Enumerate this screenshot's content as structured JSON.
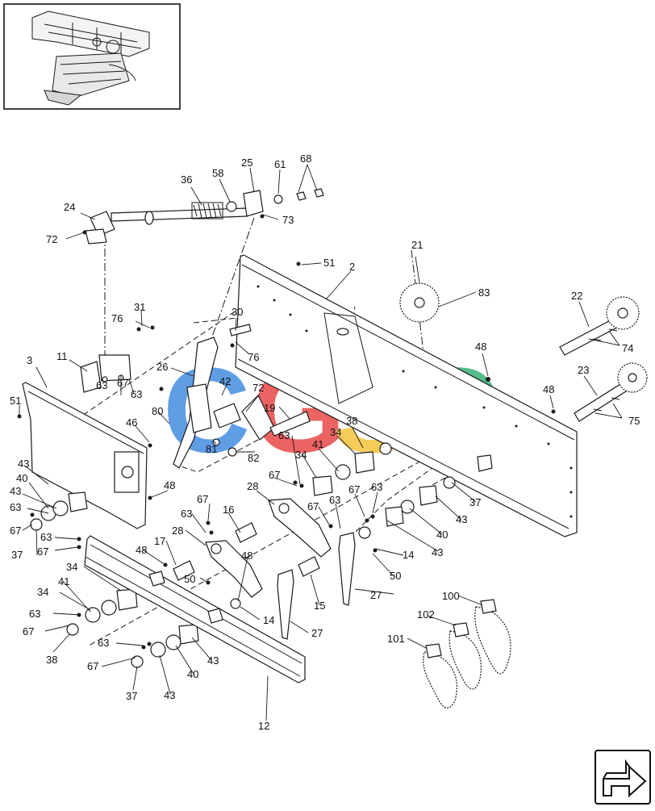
{
  "watermark": {
    "letters": [
      {
        "char": "C",
        "color": "#4a90e2"
      },
      {
        "char": "G",
        "color": "#e94e4e"
      },
      {
        "char": "S",
        "color": "#f5c542"
      },
      {
        "char": "C",
        "color": "#3cb37a"
      }
    ]
  },
  "callouts": [
    {
      "id": "c36",
      "text": "36"
    },
    {
      "id": "c58",
      "text": "58"
    },
    {
      "id": "c25",
      "text": "25"
    },
    {
      "id": "c61",
      "text": "61"
    },
    {
      "id": "c68",
      "text": "68"
    },
    {
      "id": "c24",
      "text": "24"
    },
    {
      "id": "c73",
      "text": "73"
    },
    {
      "id": "c72a",
      "text": "72"
    },
    {
      "id": "c51a",
      "text": "51"
    },
    {
      "id": "c2",
      "text": "2"
    },
    {
      "id": "c21",
      "text": "21"
    },
    {
      "id": "c83",
      "text": "83"
    },
    {
      "id": "c22",
      "text": "22"
    },
    {
      "id": "c30",
      "text": "30"
    },
    {
      "id": "c76a",
      "text": "76"
    },
    {
      "id": "c31",
      "text": "31"
    },
    {
      "id": "c76b",
      "text": "76"
    },
    {
      "id": "c74",
      "text": "74"
    },
    {
      "id": "c48a",
      "text": "48"
    },
    {
      "id": "c3",
      "text": "3"
    },
    {
      "id": "c11",
      "text": "11"
    },
    {
      "id": "c26",
      "text": "26"
    },
    {
      "id": "c23",
      "text": "23"
    },
    {
      "id": "c42",
      "text": "42"
    },
    {
      "id": "c72b",
      "text": "72"
    },
    {
      "id": "c63a",
      "text": "63"
    },
    {
      "id": "c67a",
      "text": "67"
    },
    {
      "id": "c63b",
      "text": "63"
    },
    {
      "id": "c48b",
      "text": "48"
    },
    {
      "id": "c75",
      "text": "75"
    },
    {
      "id": "c51b",
      "text": "51"
    },
    {
      "id": "c19",
      "text": "19"
    },
    {
      "id": "c80",
      "text": "80"
    },
    {
      "id": "c46",
      "text": "46"
    },
    {
      "id": "c38a",
      "text": "38"
    },
    {
      "id": "c34a",
      "text": "34"
    },
    {
      "id": "c81",
      "text": "81"
    },
    {
      "id": "c82",
      "text": "82"
    },
    {
      "id": "c63c",
      "text": "63"
    },
    {
      "id": "c41a",
      "text": "41"
    },
    {
      "id": "c34b",
      "text": "34"
    },
    {
      "id": "c43a",
      "text": "43"
    },
    {
      "id": "c67b",
      "text": "67"
    },
    {
      "id": "c40a",
      "text": "40"
    },
    {
      "id": "c48c",
      "text": "48"
    },
    {
      "id": "c43b",
      "text": "43"
    },
    {
      "id": "c63d",
      "text": "63"
    },
    {
      "id": "c28a",
      "text": "28"
    },
    {
      "id": "c67c",
      "text": "67"
    },
    {
      "id": "c63e",
      "text": "63"
    },
    {
      "id": "c37a",
      "text": "37"
    },
    {
      "id": "c63f",
      "text": "63"
    },
    {
      "id": "c67d",
      "text": "67"
    },
    {
      "id": "c16",
      "text": "16"
    },
    {
      "id": "c67e",
      "text": "67"
    },
    {
      "id": "c63g",
      "text": "63"
    },
    {
      "id": "c43c",
      "text": "43"
    },
    {
      "id": "c67f",
      "text": "67"
    },
    {
      "id": "c37b",
      "text": "37"
    },
    {
      "id": "c40b",
      "text": "40"
    },
    {
      "id": "c63h",
      "text": "63"
    },
    {
      "id": "c17",
      "text": "17"
    },
    {
      "id": "c28b",
      "text": "28"
    },
    {
      "id": "c67g",
      "text": "67"
    },
    {
      "id": "c14a",
      "text": "14"
    },
    {
      "id": "c43d",
      "text": "43"
    },
    {
      "id": "c48d",
      "text": "48"
    },
    {
      "id": "c48e",
      "text": "48"
    },
    {
      "id": "c50a",
      "text": "50"
    },
    {
      "id": "c34c",
      "text": "34"
    },
    {
      "id": "c50b",
      "text": "50"
    },
    {
      "id": "c27a",
      "text": "27"
    },
    {
      "id": "c41b",
      "text": "41"
    },
    {
      "id": "c15",
      "text": "15"
    },
    {
      "id": "c34d",
      "text": "34"
    },
    {
      "id": "c63i",
      "text": "63"
    },
    {
      "id": "c100",
      "text": "100"
    },
    {
      "id": "c14b",
      "text": "14"
    },
    {
      "id": "c102",
      "text": "102"
    },
    {
      "id": "c67h",
      "text": "67"
    },
    {
      "id": "c27b",
      "text": "27"
    },
    {
      "id": "c38b",
      "text": "38"
    },
    {
      "id": "c63j",
      "text": "63"
    },
    {
      "id": "c43e",
      "text": "43"
    },
    {
      "id": "c101",
      "text": "101"
    },
    {
      "id": "c67i",
      "text": "67"
    },
    {
      "id": "c40c",
      "text": "40"
    },
    {
      "id": "c37c",
      "text": "37"
    },
    {
      "id": "c43f",
      "text": "43"
    },
    {
      "id": "c12",
      "text": "12"
    }
  ]
}
